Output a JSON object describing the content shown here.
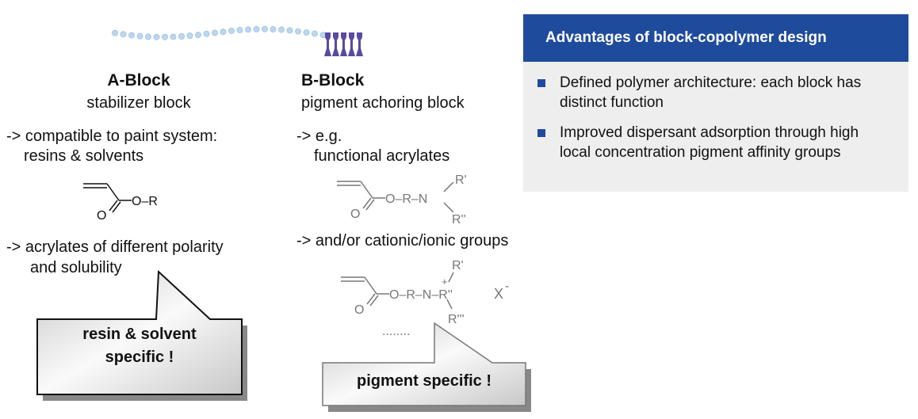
{
  "a_block": {
    "title": "A-Block",
    "subtitle": "stabilizer block",
    "desc1_line1": "-> compatible to paint system:",
    "desc1_line2": "resins & solvents",
    "desc2_line1": "-> acrylates of different polarity",
    "desc2_line2": "and solubility",
    "callout_line1": "resin & solvent",
    "callout_line2": "specific !",
    "formula": {
      "o": "O",
      "or": "O–R"
    }
  },
  "b_block": {
    "title": "B-Block",
    "subtitle": "pigment achoring block",
    "desc1_line1": "-> e.g.",
    "desc1_line2": "functional acrylates",
    "desc2": "-> and/or cationic/ionic groups",
    "ellipsis": "........",
    "callout": "pigment specific !",
    "formula1": {
      "o": "O",
      "chain": "O–R–N",
      "r1": "R'",
      "r2": "R''"
    },
    "formula2": {
      "o": "O",
      "chain": "O–R–N–R''",
      "plus": "+",
      "r1": "R'",
      "r3": "R'''",
      "anion": "X",
      "minus": "-"
    }
  },
  "panel": {
    "title": "Advantages of block-copolymer design",
    "bullets": [
      "Defined polymer architecture: each block has distinct function",
      "Improved dispersant adsorption through high local concentration pigment affinity groups"
    ]
  },
  "colors": {
    "panel_header": "#1f4b9d",
    "panel_body": "#eeeeee",
    "chain_beads": "#bcd8f0",
    "anchor": "#5a4aa0",
    "formula_gray": "#777777"
  }
}
